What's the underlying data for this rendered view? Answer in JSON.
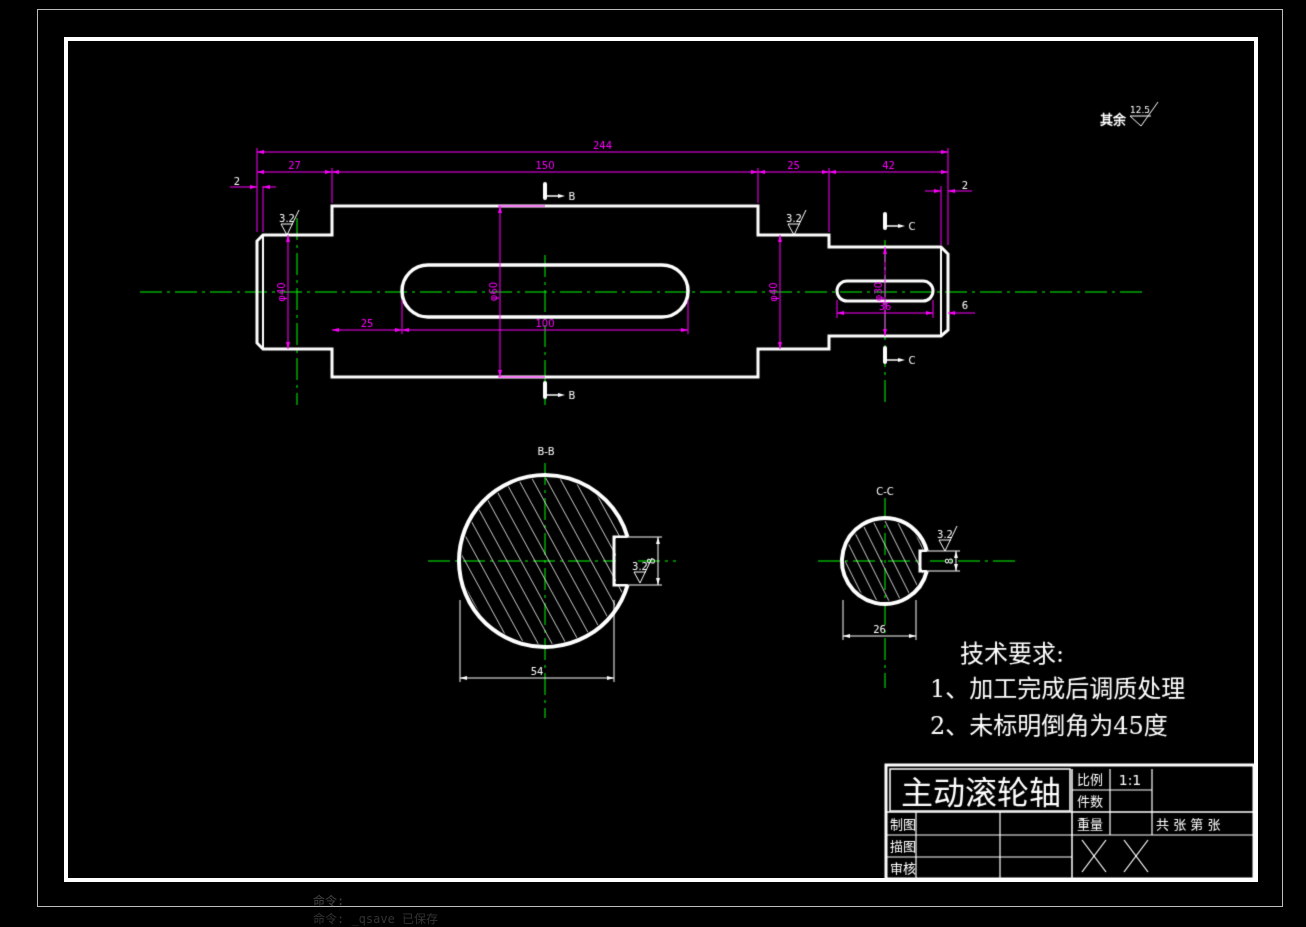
{
  "drawing": {
    "colors": {
      "outline": "#ffffff",
      "dimension": "#ff00ff",
      "centerline": "#00ff00",
      "frame": "#ffffff"
    },
    "dimensions": {
      "total_length": "244",
      "left_step": "27",
      "body_length": "150",
      "right_shoulder": "25",
      "right_end": "42",
      "left_chamfer": "2",
      "right_chamfer": "2",
      "keyway_offset": "25",
      "keyway_length": "100",
      "small_keyway_length": "36",
      "small_keyway_end": "6",
      "dia_left": "φ40",
      "dia_body": "φ60",
      "dia_right": "φ40",
      "dia_end": "φ30",
      "bb_width": "54",
      "bb_key": "8",
      "cc_width": "26",
      "cc_key": "8"
    },
    "roughness": {
      "left": "3.2",
      "right": "3.2",
      "bb": "3.2",
      "cc": "3.2",
      "other_label": "其余",
      "other_value": "12.5"
    },
    "section_marks": {
      "b": "B",
      "c": "C",
      "bb_title": "B-B",
      "cc_title": "C-C"
    },
    "tech_requirements": {
      "title": "技术要求:",
      "items": [
        "1、加工完成后调质处理",
        "2、未标明倒角为45度"
      ]
    },
    "title_block": {
      "part_name": "主动滚轮轴",
      "scale_label": "比例",
      "scale_value": "1:1",
      "quantity_label": "件数",
      "weight_label": "重量",
      "sheets_label": "共 张 第 张",
      "drawn_label": "制图",
      "traced_label": "描图",
      "checked_label": "审核"
    },
    "command_line": {
      "line1": "命令:",
      "line2": "命令: _qsave 已保存"
    }
  }
}
